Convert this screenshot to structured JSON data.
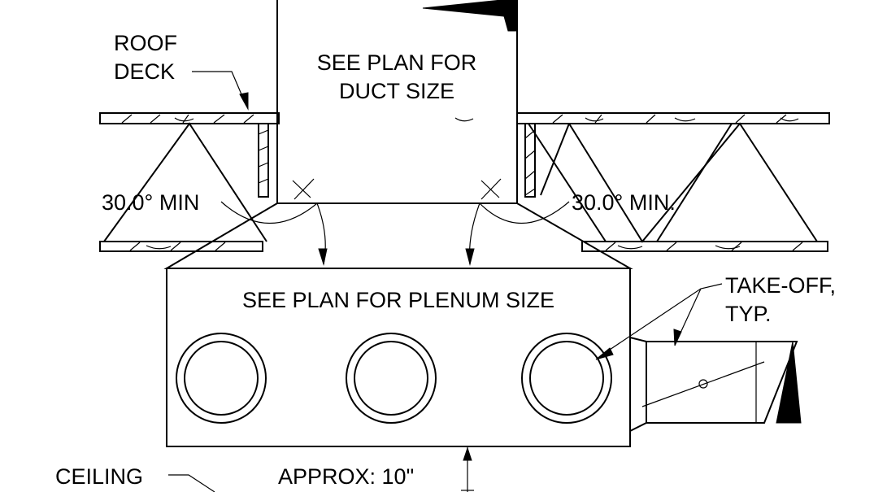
{
  "labels": {
    "roof_deck_line1": "ROOF",
    "roof_deck_line2": "DECK",
    "duct_line1": "SEE PLAN FOR",
    "duct_line2": "DUCT SIZE",
    "angle_left": "30.0° MIN",
    "angle_right": "30.0° MIN.",
    "plenum": "SEE PLAN FOR PLENUM SIZE",
    "takeoff_line1": "TAKE-OFF,",
    "takeoff_line2": "TYP.",
    "ceiling": "CEILING",
    "approx": "APPROX: 10\""
  },
  "colors": {
    "line": "#000000",
    "background": "#ffffff"
  }
}
